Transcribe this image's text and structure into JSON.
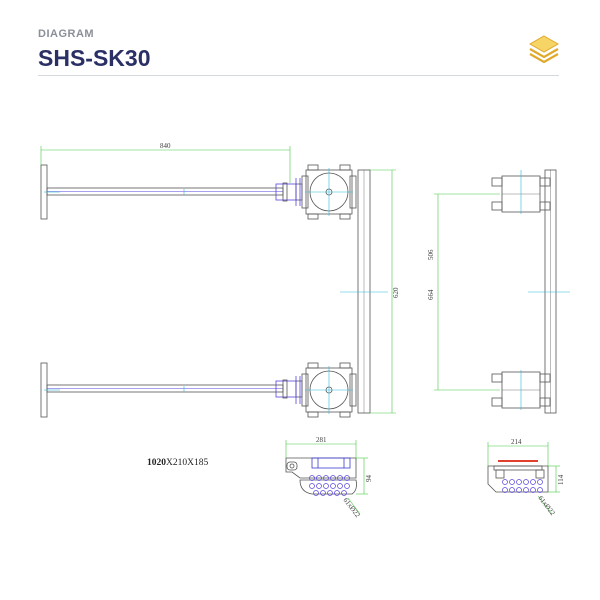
{
  "header": {
    "category": "DIAGRAM",
    "title": "SHS-SK30"
  },
  "logo": {
    "icon": "stacked-layers-icon",
    "color": "#f3c744"
  },
  "colors": {
    "outline": "#555555",
    "dimension": "#48c948",
    "centerline": "#2fb9d8",
    "rollers": "#5544dd",
    "detail": "#e0402d",
    "bolts": "#3a3ad0"
  },
  "dimensions": {
    "bar_length": "840",
    "side_height": "620",
    "span_a": "506",
    "span_b": "664",
    "front_width": "281",
    "front_height": "94",
    "end_width": "214",
    "end_height": "114",
    "front_rollers": "61xØ22",
    "end_rollers": "61xØ22"
  },
  "spec": {
    "bold": "1020",
    "rest": "X210X185"
  }
}
